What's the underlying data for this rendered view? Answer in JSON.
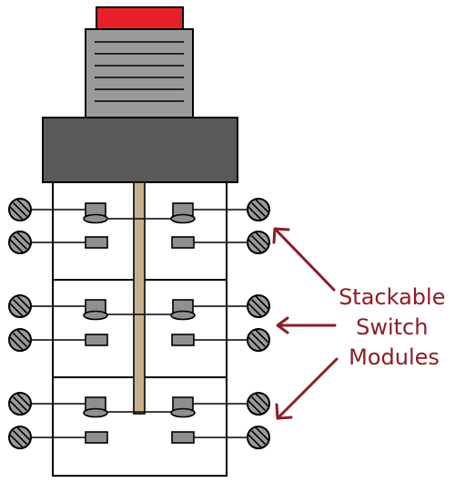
{
  "diagram": {
    "callout": {
      "lines": [
        "Stackable",
        "Switch",
        "Modules"
      ],
      "color": "#8e1c25"
    },
    "colors": {
      "button": "#e8202a",
      "collar": "#9a9a9a",
      "mount": "#595959",
      "screw": "#9a9a9a",
      "contact": "#8f8f8f",
      "rod": "#c9b08d",
      "outline": "#000000",
      "background": "#ffffff"
    },
    "module_count": 3,
    "icons": [
      "push-button-icon",
      "screw-terminal-icon",
      "contact-icon",
      "arrow-icon"
    ]
  }
}
